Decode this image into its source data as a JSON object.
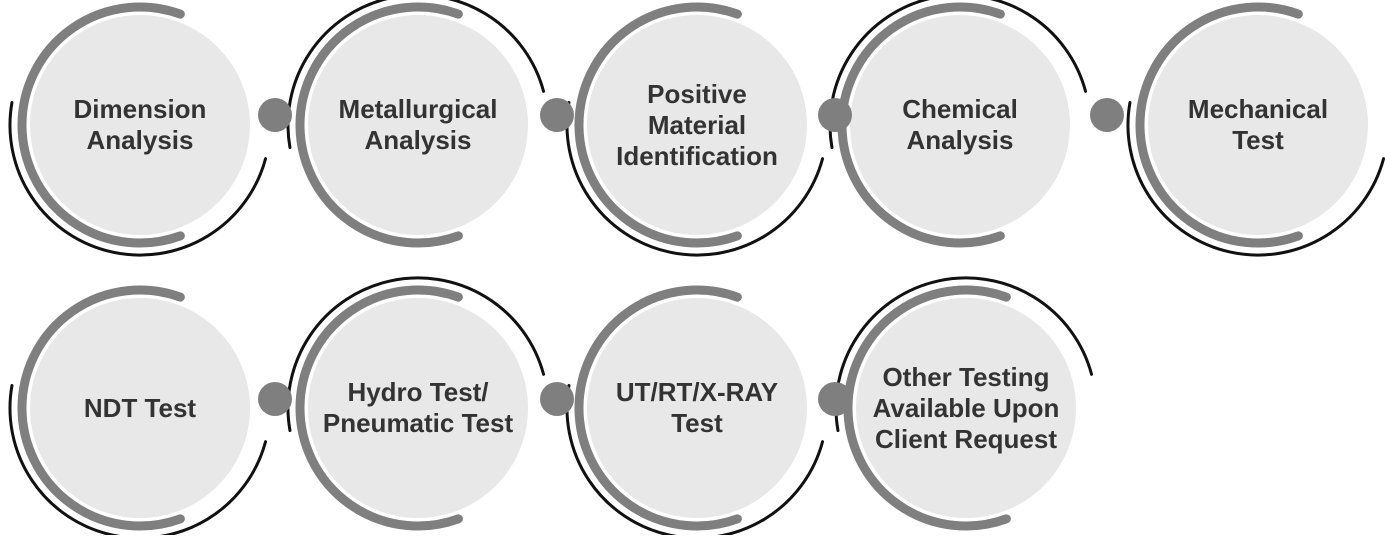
{
  "colors": {
    "circle_fill": "#e8e8e8",
    "ring_gray": "#7f7f7f",
    "ring_black": "#111111",
    "connector_dot": "#7f7f7f",
    "text": "#333333"
  },
  "steps": [
    {
      "label": "Dimension\nAnalysis"
    },
    {
      "label": "Metallurgical\nAnalysis"
    },
    {
      "label": "Positive\nMaterial\nIdentification"
    },
    {
      "label": "Chemical\nAnalysis"
    },
    {
      "label": "Mechanical\nTest"
    },
    {
      "label": "NDT Test"
    },
    {
      "label": "Hydro Test/\nPneumatic Test"
    },
    {
      "label": "UT/RT/X-RAY\nTest"
    },
    {
      "label": "Other Testing\nAvailable Upon\nClient Request"
    }
  ]
}
